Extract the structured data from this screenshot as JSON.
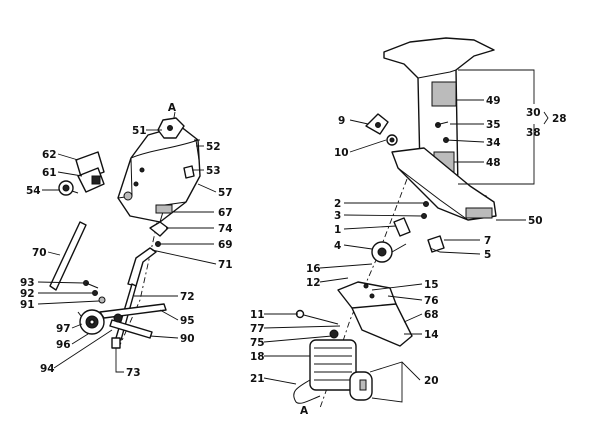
{
  "labels": [
    {
      "id": "A-left",
      "text": "A"
    },
    {
      "id": "51",
      "text": "51"
    },
    {
      "id": "52",
      "text": "52"
    },
    {
      "id": "53",
      "text": "53"
    },
    {
      "id": "62",
      "text": "62"
    },
    {
      "id": "61",
      "text": "61"
    },
    {
      "id": "54",
      "text": "54"
    },
    {
      "id": "57",
      "text": "57"
    },
    {
      "id": "67",
      "text": "67"
    },
    {
      "id": "74",
      "text": "74"
    },
    {
      "id": "69",
      "text": "69"
    },
    {
      "id": "71",
      "text": "71"
    },
    {
      "id": "70",
      "text": "70"
    },
    {
      "id": "93",
      "text": "93"
    },
    {
      "id": "92",
      "text": "92"
    },
    {
      "id": "91",
      "text": "91"
    },
    {
      "id": "72",
      "text": "72"
    },
    {
      "id": "95",
      "text": "95"
    },
    {
      "id": "97",
      "text": "97"
    },
    {
      "id": "96",
      "text": "96"
    },
    {
      "id": "90",
      "text": "90"
    },
    {
      "id": "94",
      "text": "94"
    },
    {
      "id": "73",
      "text": "73"
    },
    {
      "id": "9",
      "text": "9"
    },
    {
      "id": "10",
      "text": "10"
    },
    {
      "id": "49",
      "text": "49"
    },
    {
      "id": "30",
      "text": "30"
    },
    {
      "id": "28",
      "text": "28"
    },
    {
      "id": "35",
      "text": "35"
    },
    {
      "id": "38",
      "text": "38"
    },
    {
      "id": "34",
      "text": "34"
    },
    {
      "id": "48",
      "text": "48"
    },
    {
      "id": "50",
      "text": "50"
    },
    {
      "id": "2",
      "text": "2"
    },
    {
      "id": "3",
      "text": "3"
    },
    {
      "id": "1",
      "text": "1"
    },
    {
      "id": "7",
      "text": "7"
    },
    {
      "id": "4",
      "text": "4"
    },
    {
      "id": "5",
      "text": "5"
    },
    {
      "id": "16",
      "text": "16"
    },
    {
      "id": "12",
      "text": "12"
    },
    {
      "id": "15",
      "text": "15"
    },
    {
      "id": "76",
      "text": "76"
    },
    {
      "id": "68",
      "text": "68"
    },
    {
      "id": "11",
      "text": "11"
    },
    {
      "id": "77",
      "text": "77"
    },
    {
      "id": "14",
      "text": "14"
    },
    {
      "id": "75",
      "text": "75"
    },
    {
      "id": "18",
      "text": "18"
    },
    {
      "id": "21",
      "text": "21"
    },
    {
      "id": "20",
      "text": "20"
    },
    {
      "id": "A-right",
      "text": "A"
    }
  ]
}
